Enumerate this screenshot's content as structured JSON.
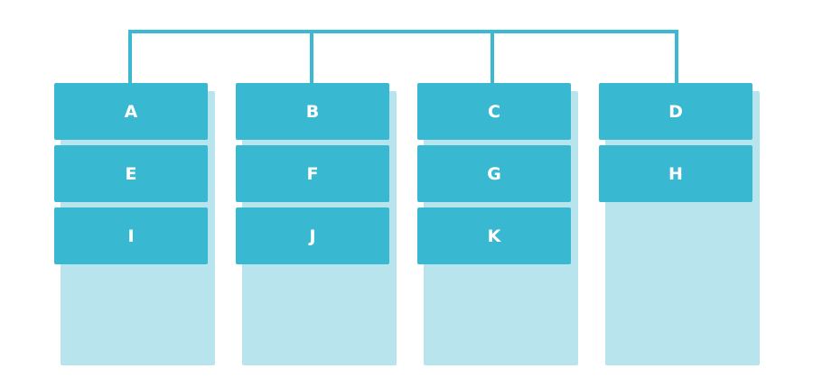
{
  "colors": {
    "connector": "#3bb9d1",
    "box": "#39b9d1",
    "column_background": "#b8e5ed",
    "box_text": "#ffffff"
  },
  "columns": [
    {
      "items": [
        "A",
        "E",
        "I"
      ]
    },
    {
      "items": [
        "B",
        "F",
        "J"
      ]
    },
    {
      "items": [
        "C",
        "G",
        "K"
      ]
    },
    {
      "items": [
        "D",
        "H"
      ]
    }
  ]
}
